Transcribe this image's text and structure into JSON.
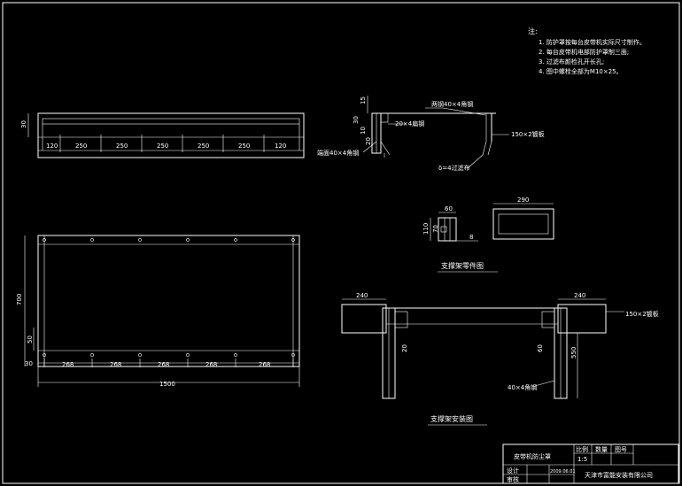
{
  "notes": {
    "title": "注:",
    "items": [
      "1.  防护罩按每台皮带机实际尺寸制作。",
      "2.  每台皮带机电部防护罩制三面;",
      "3.  过滤布颜检孔开长孔;",
      "4.  图中螺栓全部为M10×25。"
    ]
  },
  "top_view": {
    "height_dim": "30",
    "spacings": [
      "120",
      "250",
      "250",
      "250",
      "250",
      "250",
      "120"
    ]
  },
  "plan_view": {
    "height_dim": "700",
    "side_dim": "50",
    "bottom_left_dim": "30",
    "spacings": [
      "268",
      "268",
      "268",
      "268",
      "268"
    ],
    "total_dim": "1500"
  },
  "section": {
    "dim_15": "15",
    "dim_30": "30",
    "dim_10": "10",
    "dim_20": "20",
    "label_top": "两钢40×4角钢",
    "label_angle": "20×4扁钢",
    "label_right": "150×2镀板",
    "label_left": "端面40×4角钢",
    "label_bottom": "δ=4过滤布"
  },
  "support_parts": {
    "dim_60": "60",
    "dim_110": "110",
    "dim_70": "70",
    "dim_8": "8",
    "dim_290": "290",
    "title": "支撑架零件图"
  },
  "install": {
    "dim_left": "240",
    "dim_right": "240",
    "label_plate": "150×2镀板",
    "dim_v1": "20",
    "dim_v2": "60",
    "dim_v3": "550",
    "label_angle": "40×4角钢",
    "title": "支撑架安装图"
  },
  "title_block": {
    "drawing_name": "皮带机防尘罩",
    "col1": "比例",
    "col2": "数量",
    "col3": "图号",
    "scale": "1:5",
    "r_design": "设计",
    "r_check": "审核",
    "date": "2009.06.01",
    "company": "天津市富能安装有限公司"
  }
}
